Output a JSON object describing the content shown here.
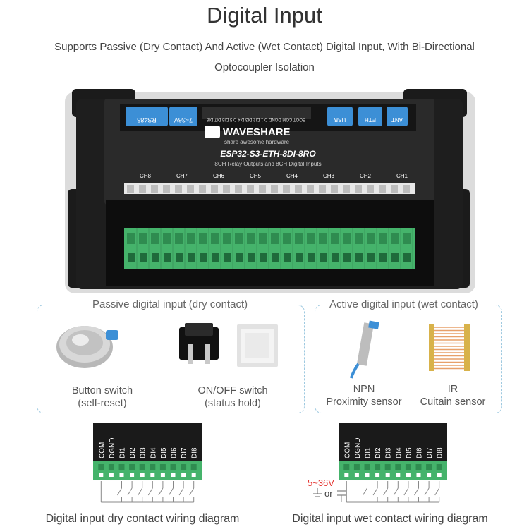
{
  "header": {
    "title": "Digital Input",
    "subtitle_line1": "Supports Passive (Dry Contact) And Active (Wet Contact) Digital Input, With Bi-Directional",
    "subtitle_line2": "Optocoupler Isolation"
  },
  "product": {
    "brand": "WAVESHARE",
    "tagline": "share awesome hardware",
    "model": "ESP32-S3-ETH-8DI-8RO",
    "description": "8CH Relay Outputs and 8CH Digital Inputs",
    "channels": [
      "CH8",
      "CH7",
      "CH6",
      "CH5",
      "CH4",
      "CH3",
      "CH2",
      "CH1"
    ],
    "top_labels": [
      "RS485",
      "7~36V",
      "USB",
      "ETH",
      "ANT"
    ],
    "top_pins": "BOOT COM DGND DI1 DI2 DI3 DI4 DI5 DI6 DI7 DI8"
  },
  "passive": {
    "title": "Passive digital input (dry contact)",
    "items": [
      {
        "line1": "Button switch",
        "line2": "(self-reset)"
      },
      {
        "line1": "ON/OFF switch",
        "line2": "(status hold)"
      }
    ]
  },
  "active": {
    "title": "Active digital input (wet contact)",
    "items": [
      {
        "line1": "NPN",
        "line2": "Proximity sensor"
      },
      {
        "line1": "IR",
        "line2": "Cuitain sensor"
      }
    ]
  },
  "wiring": {
    "pins": [
      "COM",
      "DGND",
      "DI1",
      "DI2",
      "DI3",
      "DI4",
      "DI5",
      "DI6",
      "DI7",
      "DI8"
    ],
    "voltage": "5~36V",
    "or_label": "or",
    "dry_caption": "Digital input dry contact wiring diagram",
    "wet_caption": "Digital input wet contact wiring diagram"
  },
  "colors": {
    "terminal_green": "#45b36b",
    "board_black": "#1e1e1e",
    "label_blue": "#3c8fd6",
    "voltage_red": "#e53935",
    "dashed_border": "#9ec9e0"
  }
}
